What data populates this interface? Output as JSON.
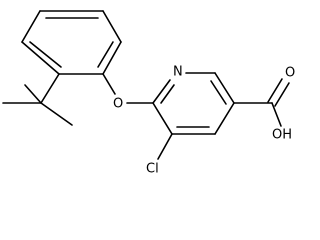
{
  "structure": {
    "atom_labels": {
      "nitrogen": "N",
      "ether_oxygen": "O",
      "chlorine": "Cl",
      "hydroxyl": "OH",
      "carbonyl_oxygen": "O"
    },
    "colors": {
      "bond": "#000000",
      "text": "#000000",
      "background": "#ffffff"
    }
  }
}
